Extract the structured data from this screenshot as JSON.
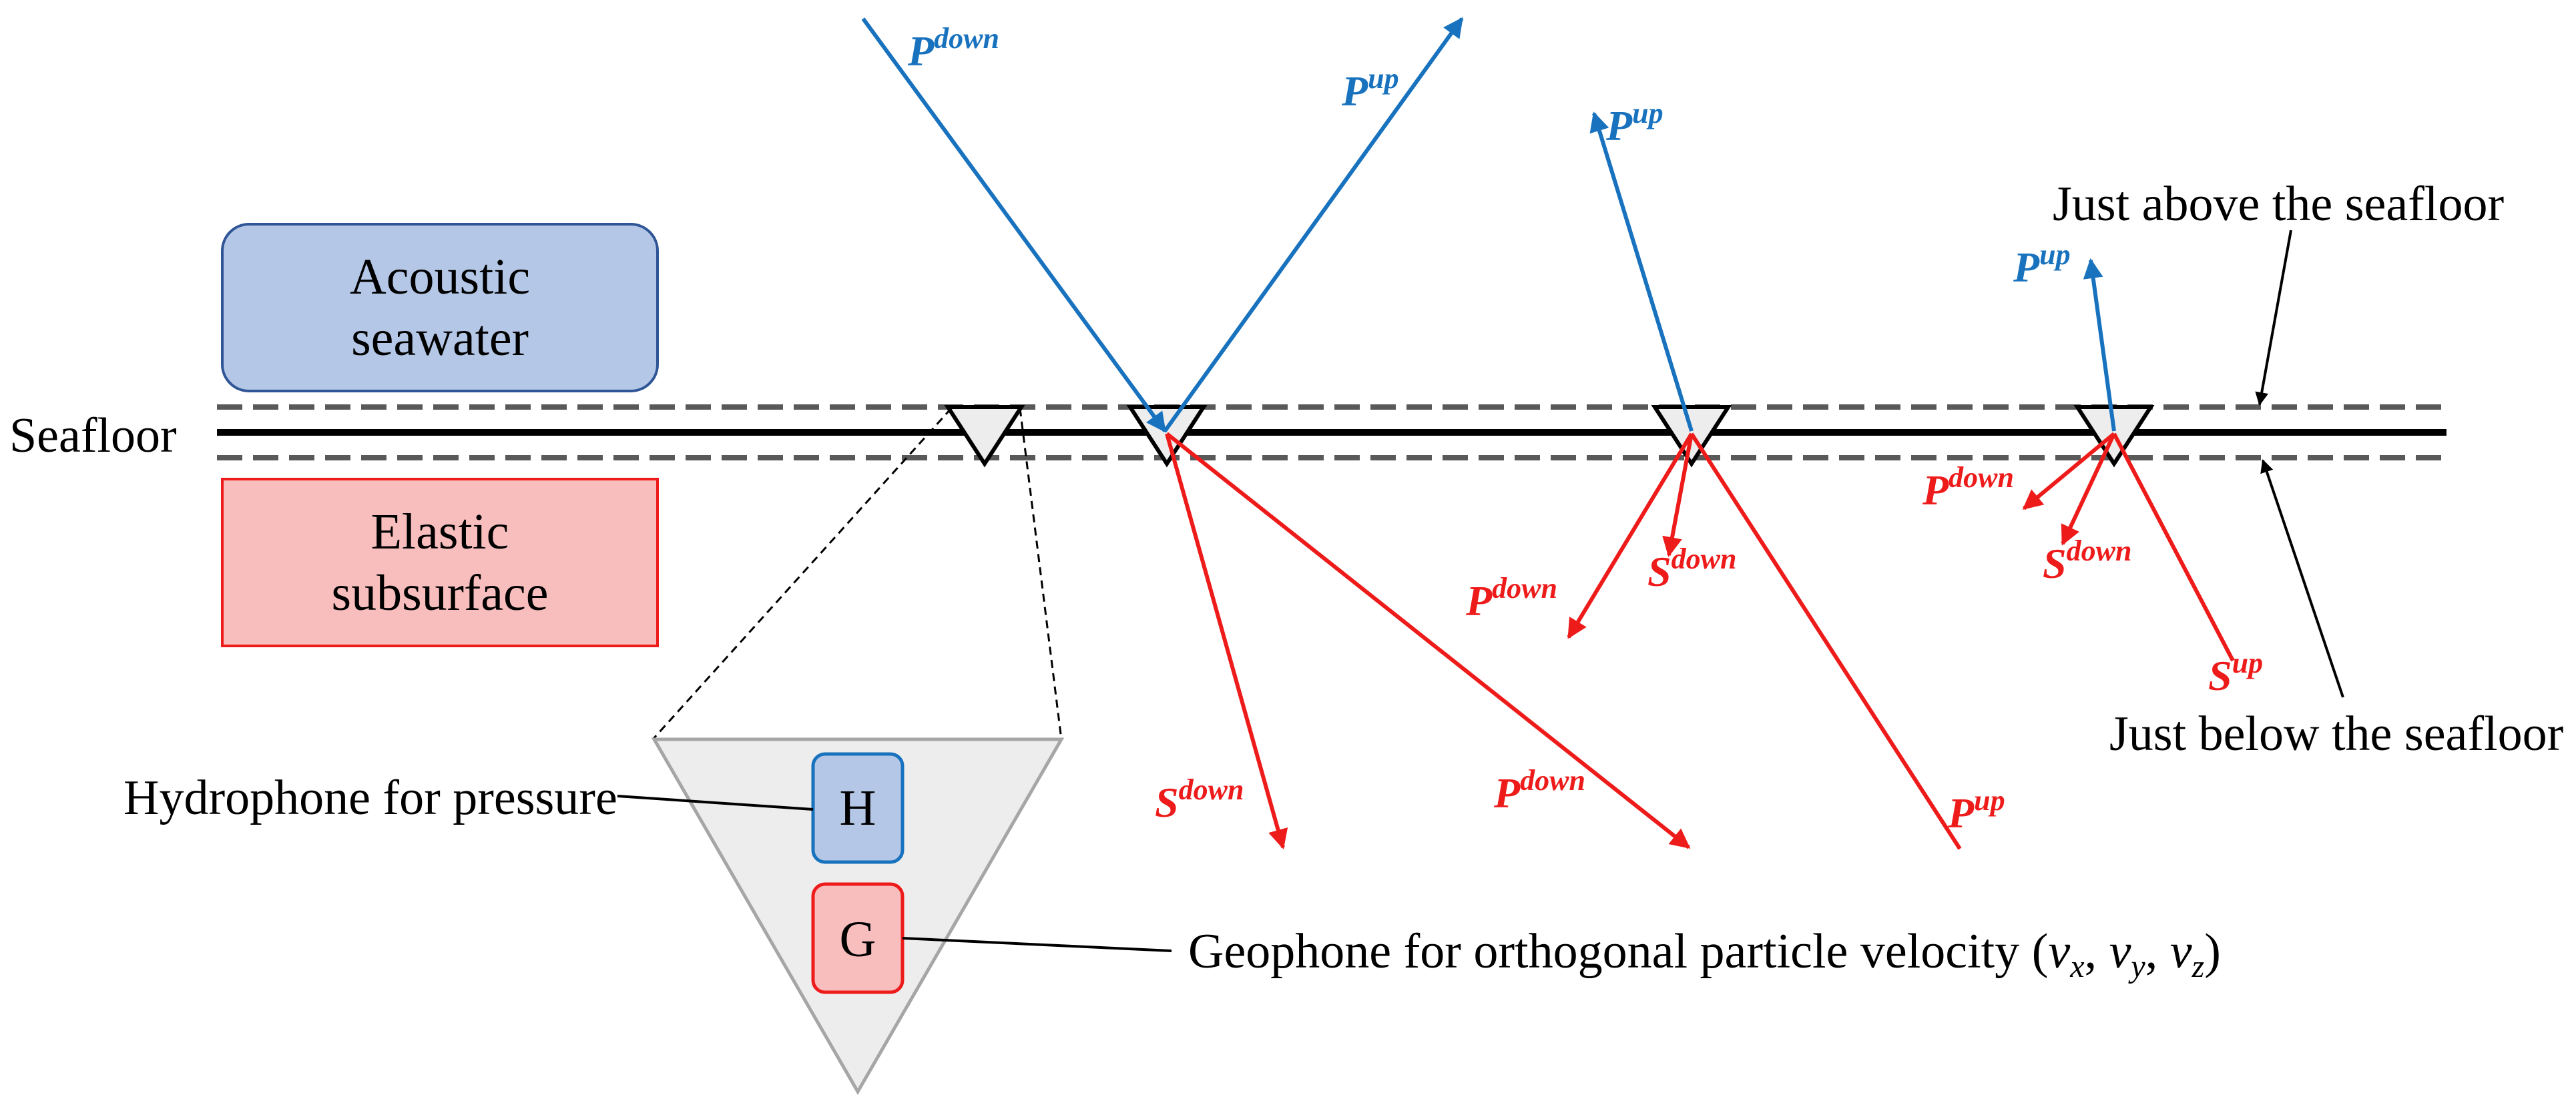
{
  "regions": {
    "water": "Acoustic seawater",
    "subsurface": "Elastic subsurface",
    "seafloor": "Seafloor"
  },
  "annotations": {
    "above": "Just above the seafloor",
    "below": "Just below the seafloor",
    "hydrophone": "Hydrophone for pressure",
    "geophone_prefix": "Geophone for orthogonal particle velocity (",
    "geophone_vx": "v",
    "geophone_vx_sub": "x",
    "geophone_vy": "v",
    "geophone_vy_sub": "y",
    "geophone_vz": "v",
    "geophone_vz_sub": "z",
    "geophone_suffix": ")"
  },
  "sensors": {
    "hydrophone_letter": "H",
    "geophone_letter": "G"
  },
  "waves": {
    "P": "P",
    "S": "S",
    "down": "down",
    "up": "up"
  },
  "colors": {
    "water_box": "#B4C7E7",
    "water_border": "#2F5597",
    "subsurface_box": "#F8BDBD",
    "subsurface_border": "#EE1B1B",
    "blue": "#1872BE",
    "red": "#EE1B1B",
    "dashed": "#595959",
    "node_fill": "#EDEDED",
    "node_border": "#A6A6A6"
  }
}
